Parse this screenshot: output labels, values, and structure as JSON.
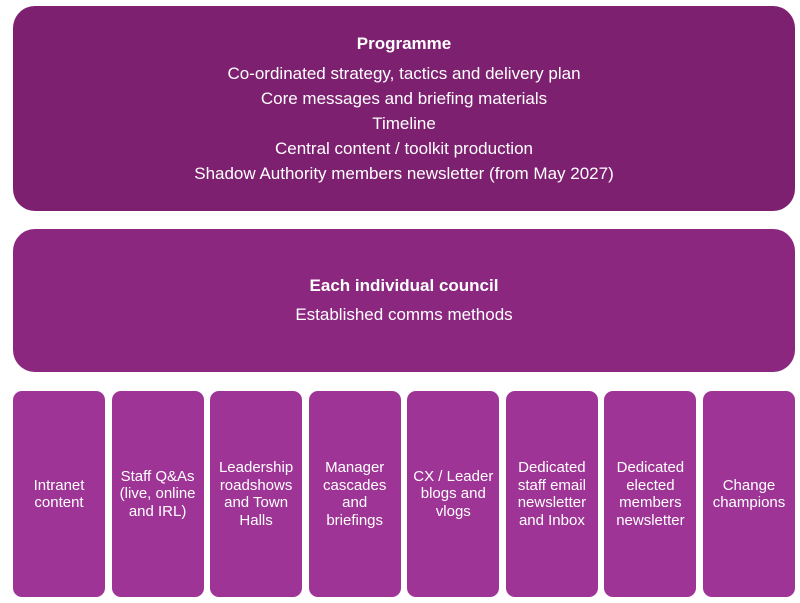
{
  "programme": {
    "title": "Programme",
    "lines": [
      "Co-ordinated strategy, tactics and delivery plan",
      "Core messages and briefing materials",
      "Timeline",
      "Central content / toolkit production",
      "Shadow Authority members newsletter (from May 2027)"
    ]
  },
  "council": {
    "title": "Each individual council",
    "lines": [
      "Established comms methods"
    ]
  },
  "channels": [
    "Intranet\ncontent",
    "Staff Q&As\n(live, online\nand IRL)",
    "Leadership\nroadshows\nand Town\nHalls",
    "Manager\ncascades\nand\nbriefings",
    "CX / Leader\nblogs and\nvlogs",
    "Dedicated\nstaff email\nnewsletter\nand Inbox",
    "Dedicated\nelected\nmembers\nnewsletter",
    "Change\nchampions"
  ],
  "colors": {
    "programme": "#7e2070",
    "council": "#8c2780",
    "channel": "#9e3596",
    "text": "#ffffff"
  }
}
